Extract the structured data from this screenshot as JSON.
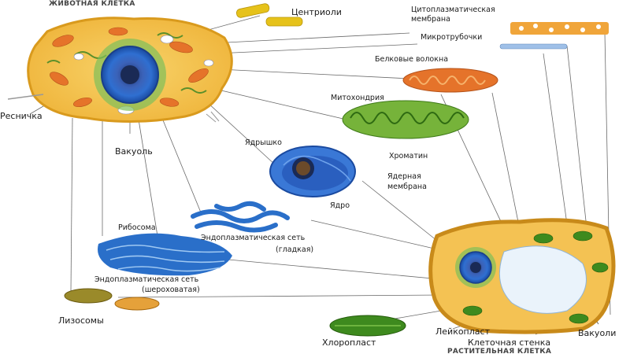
{
  "diagram": {
    "animal_cell_title": "ЖИВОТНАЯ КЛЕТКА",
    "plant_cell_title": "РАСТИТЕЛЬНАЯ КЛЕТКА",
    "labels": {
      "centrioles": "Центриоли",
      "cytoplasmic_membrane_1": "Цитоплазматическая",
      "cytoplasmic_membrane_2": "мембрана",
      "microtubules": "Микротрубочки",
      "protein_fibers": "Белковые волокна",
      "mitochondrion": "Митохондрия",
      "cilium": "Ресничка",
      "vacuole": "Вакуоль",
      "nucleolus": "Ядрышко",
      "chromatin": "Хроматин",
      "nuclear_membrane_1": "Ядерная",
      "nuclear_membrane_2": "мембрана",
      "nucleus": "Ядро",
      "ribosome": "Рибосома",
      "smooth_er_1": "Эндоплазматическая сеть",
      "smooth_er_2": "(гладкая)",
      "rough_er_1": "Эндоплазматическая сеть",
      "rough_er_2": "(шероховатая)",
      "lysosomes": "Лизосомы",
      "chloroplast": "Хлоропласт",
      "leucoplast": "Лейкопласт",
      "cell_wall": "Клеточная стенка",
      "vacuoles": "Вакуоли"
    },
    "colors": {
      "cytoplasm": "#f6c24a",
      "cell_border": "#e0a21f",
      "nucleus": "#2f6fd1",
      "mitochondrion": "#e5732a",
      "er": "#2a6fc9",
      "chloroplast": "#4f8f2a",
      "lines": "#555555"
    }
  }
}
